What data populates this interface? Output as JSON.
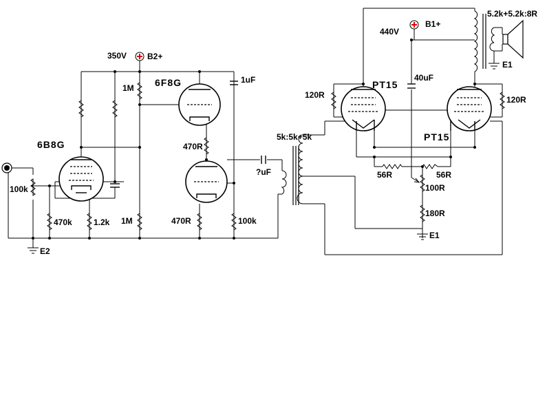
{
  "tubes": {
    "v1": "6B8G",
    "v2": "6F8G",
    "v3_left": "PT15",
    "v3_right": "PT15"
  },
  "supplies": {
    "b2_voltage": "350V",
    "b2_name": "B2+",
    "b1_voltage": "440V",
    "b1_name": "B1+",
    "ground_e1_output": "E1",
    "ground_e1_cathode": "E1",
    "ground_e2": "E2"
  },
  "resistors": {
    "vol_pot": "100k",
    "grid_470k": "470k",
    "cathode_1k2": "1.2k",
    "plate_1m": "1M",
    "grid_1m": "1M",
    "ltp_470r_top": "470R",
    "ltp_470r_bottom": "470R",
    "grid_100k": "100k",
    "g2_120r_left": "120R",
    "g2_120r_right": "120R",
    "bal_56r_left": "56R",
    "bal_56r_right": "56R",
    "pot_100r": "100R",
    "cathode_180r": "180R"
  },
  "capacitors": {
    "decouple": "1uF",
    "coupling": "?uF",
    "filter": "40uF"
  },
  "transformers": {
    "driver": "5k:5k+5k",
    "output": "5.2k+5.2k:8R"
  },
  "icons": {
    "supply": "supply-terminal-icon",
    "ground": "ground-icon",
    "input": "input-jack-icon",
    "speaker": "speaker-icon"
  }
}
